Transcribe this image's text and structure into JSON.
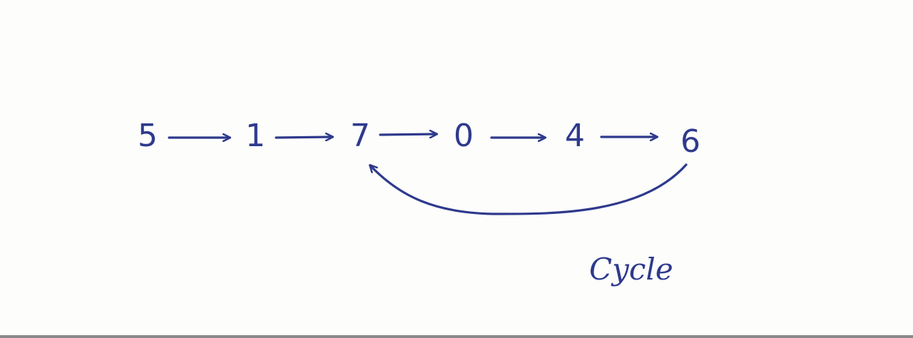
{
  "diagram": {
    "nodes": [
      {
        "id": "n5",
        "label": "5"
      },
      {
        "id": "n1",
        "label": "1"
      },
      {
        "id": "n7",
        "label": "7"
      },
      {
        "id": "n0",
        "label": "0"
      },
      {
        "id": "n4",
        "label": "4"
      },
      {
        "id": "n6",
        "label": "6"
      }
    ],
    "edges": [
      {
        "from": "n5",
        "to": "n1"
      },
      {
        "from": "n1",
        "to": "n7"
      },
      {
        "from": "n7",
        "to": "n0"
      },
      {
        "from": "n0",
        "to": "n4"
      },
      {
        "from": "n4",
        "to": "n6"
      },
      {
        "from": "n6",
        "to": "n7"
      }
    ],
    "cycle_label": "Cycle",
    "ink_color": "#2e3a8c"
  }
}
